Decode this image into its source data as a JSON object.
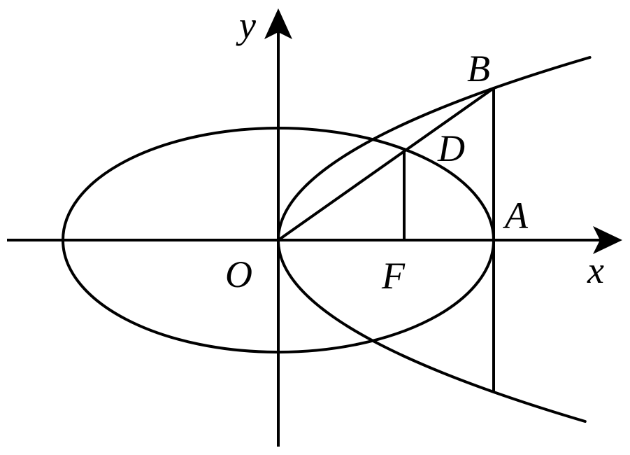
{
  "diagram": {
    "labels": {
      "y_axis": "y",
      "x_axis": "x",
      "origin": "O",
      "point_B": "B",
      "point_D": "D",
      "point_A": "A",
      "point_F": "F"
    },
    "colors": {
      "stroke": "#000000",
      "background": "#ffffff"
    }
  }
}
